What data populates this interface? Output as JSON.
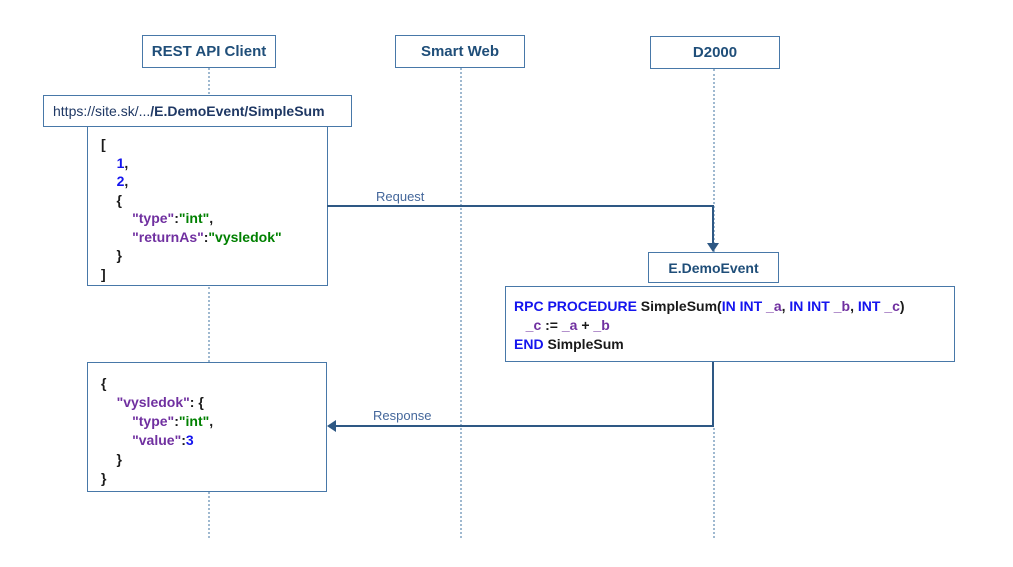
{
  "palette": {
    "box_border": "#4878A8",
    "actor_text": "#1F4E79",
    "url_text": "#1F3864",
    "arrow": "#2E5884",
    "message_label": "#44679B",
    "lifeline": "#9FB9D0",
    "code_black": "#1a1a1a",
    "code_blue": "#1414EE",
    "code_purple": "#7030A0",
    "code_green": "#008000"
  },
  "actors": [
    {
      "label": "REST API Client"
    },
    {
      "label": "Smart Web"
    },
    {
      "label": "D2000"
    }
  ],
  "url": {
    "prefix": "https://site.sk/...",
    "path": "/E.DemoEvent/SimpleSum"
  },
  "messages": {
    "request": "Request",
    "response": "Response"
  },
  "event": {
    "label": "E.DemoEvent"
  },
  "request_json": {
    "lines": [
      [
        {
          "t": "[",
          "c": "k"
        }
      ],
      [
        {
          "t": "    ",
          "c": "k"
        },
        {
          "t": "1",
          "c": "b"
        },
        {
          "t": ",",
          "c": "k"
        }
      ],
      [
        {
          "t": "    ",
          "c": "k"
        },
        {
          "t": "2",
          "c": "b"
        },
        {
          "t": ",",
          "c": "k"
        }
      ],
      [
        {
          "t": "    {",
          "c": "k"
        }
      ],
      [
        {
          "t": "        ",
          "c": "k"
        },
        {
          "t": "\"type\"",
          "c": "p"
        },
        {
          "t": ":",
          "c": "k"
        },
        {
          "t": "\"int\"",
          "c": "g"
        },
        {
          "t": ",",
          "c": "k"
        }
      ],
      [
        {
          "t": "        ",
          "c": "k"
        },
        {
          "t": "\"returnAs\"",
          "c": "p"
        },
        {
          "t": ":",
          "c": "k"
        },
        {
          "t": "\"vysledok\"",
          "c": "g"
        }
      ],
      [
        {
          "t": "    }",
          "c": "k"
        }
      ],
      [
        {
          "t": "]",
          "c": "k"
        }
      ]
    ]
  },
  "rpc_code": {
    "lines": [
      [
        {
          "t": "RPC PROCEDURE",
          "c": "b"
        },
        {
          "t": " SimpleSum(",
          "c": "k"
        },
        {
          "t": "IN INT",
          "c": "b"
        },
        {
          "t": " _a",
          "c": "p"
        },
        {
          "t": ", ",
          "c": "k"
        },
        {
          "t": "IN INT",
          "c": "b"
        },
        {
          "t": " _b",
          "c": "p"
        },
        {
          "t": ", ",
          "c": "k"
        },
        {
          "t": "INT",
          "c": "b"
        },
        {
          "t": " _c",
          "c": "p"
        },
        {
          "t": ")",
          "c": "k"
        }
      ],
      [
        {
          "t": "   ",
          "c": "k"
        },
        {
          "t": "_c",
          "c": "p"
        },
        {
          "t": " := ",
          "c": "k"
        },
        {
          "t": "_a",
          "c": "p"
        },
        {
          "t": " + ",
          "c": "k"
        },
        {
          "t": "_b",
          "c": "p"
        }
      ],
      [
        {
          "t": "END",
          "c": "b"
        },
        {
          "t": " SimpleSum",
          "c": "k"
        }
      ]
    ]
  },
  "response_json": {
    "lines": [
      [
        {
          "t": "{",
          "c": "k"
        }
      ],
      [
        {
          "t": "    ",
          "c": "k"
        },
        {
          "t": "\"vysledok\"",
          "c": "p"
        },
        {
          "t": ": {",
          "c": "k"
        }
      ],
      [
        {
          "t": "        ",
          "c": "k"
        },
        {
          "t": "\"type\"",
          "c": "p"
        },
        {
          "t": ":",
          "c": "k"
        },
        {
          "t": "\"int\"",
          "c": "g"
        },
        {
          "t": ",",
          "c": "k"
        }
      ],
      [
        {
          "t": "        ",
          "c": "k"
        },
        {
          "t": "\"value\"",
          "c": "p"
        },
        {
          "t": ":",
          "c": "k"
        },
        {
          "t": "3",
          "c": "b"
        }
      ],
      [
        {
          "t": "    }",
          "c": "k"
        }
      ],
      [
        {
          "t": "}",
          "c": "k"
        }
      ]
    ]
  }
}
